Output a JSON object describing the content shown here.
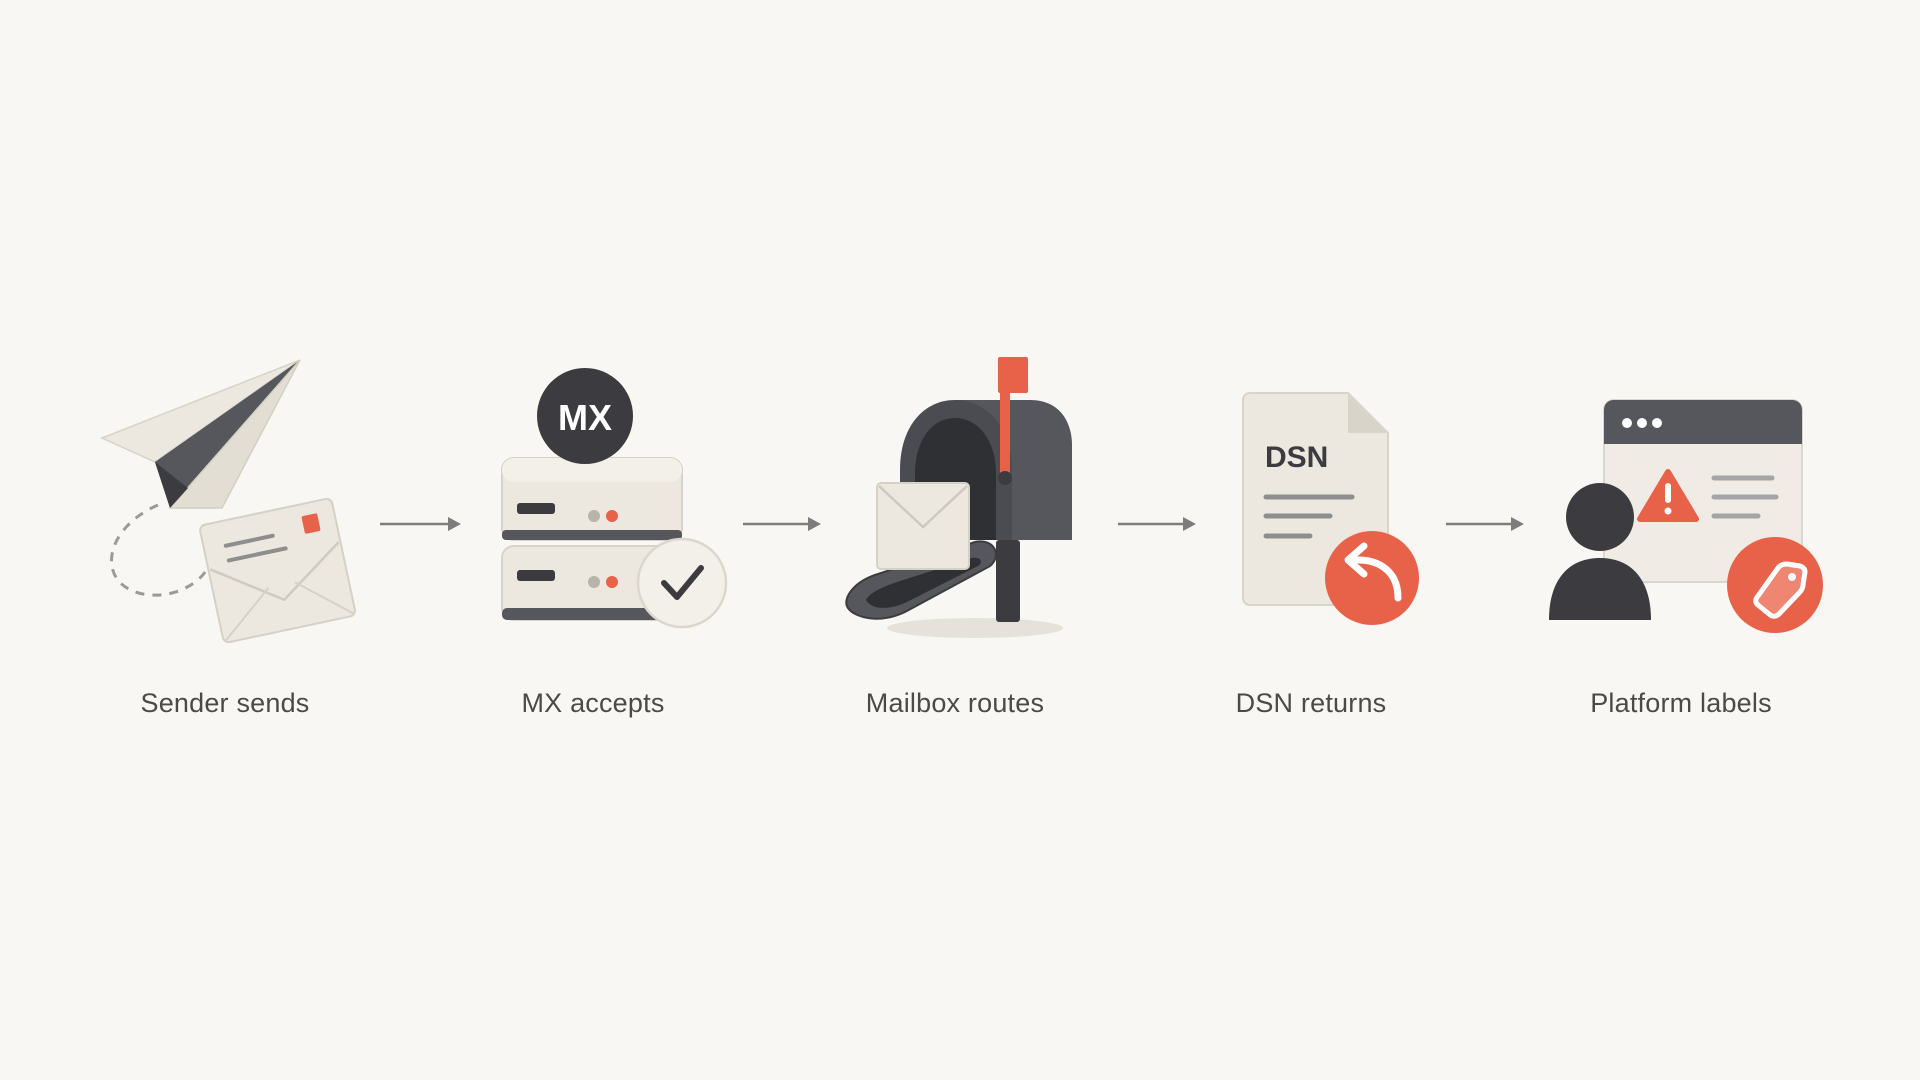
{
  "colors": {
    "background": "#f9f7f3",
    "dark": "#3c3c40",
    "charcoal": "#55575c",
    "paper": "#ece8df",
    "paper_light": "#f3f0ea",
    "accent": "#e8624a",
    "accent_soft": "#ee8671",
    "line": "#8e8e8e",
    "label": "#4a4a4a"
  },
  "steps": [
    {
      "label": "Sender sends",
      "icon": "paper-plane-envelope-icon"
    },
    {
      "label": "MX accepts",
      "icon": "mx-server-check-icon",
      "badge": "MX"
    },
    {
      "label": "Mailbox routes",
      "icon": "mailbox-icon"
    },
    {
      "label": "DSN returns",
      "icon": "dsn-document-return-icon",
      "badge": "DSN"
    },
    {
      "label": "Platform labels",
      "icon": "platform-warning-tag-icon"
    }
  ]
}
